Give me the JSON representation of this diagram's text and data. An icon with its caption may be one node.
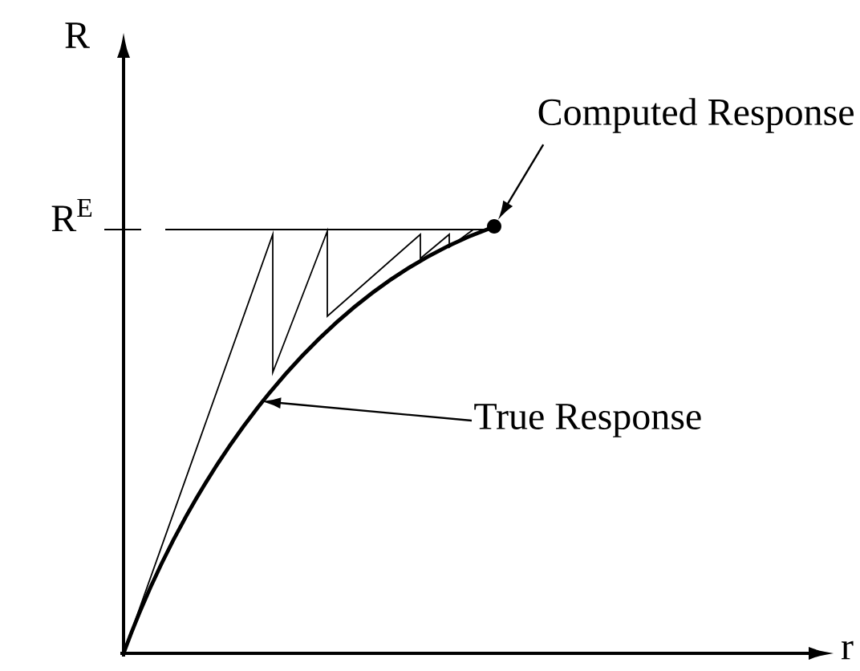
{
  "diagram": {
    "nodes": [
      {
        "text": [
          "Computed Response"
        ]
      },
      {
        "text": [],
        "shape": "circle"
      },
      {
        "text": [
          "True Response"
        ]
      }
    ],
    "edges": [
      {
        "from": 0,
        "to": 1,
        "arrow": "to"
      },
      {
        "from": 2,
        "to": null,
        "arrow": "to"
      }
    ],
    "labels": [
      "R",
      "R$^{E}$",
      "r"
    ]
  }
}
